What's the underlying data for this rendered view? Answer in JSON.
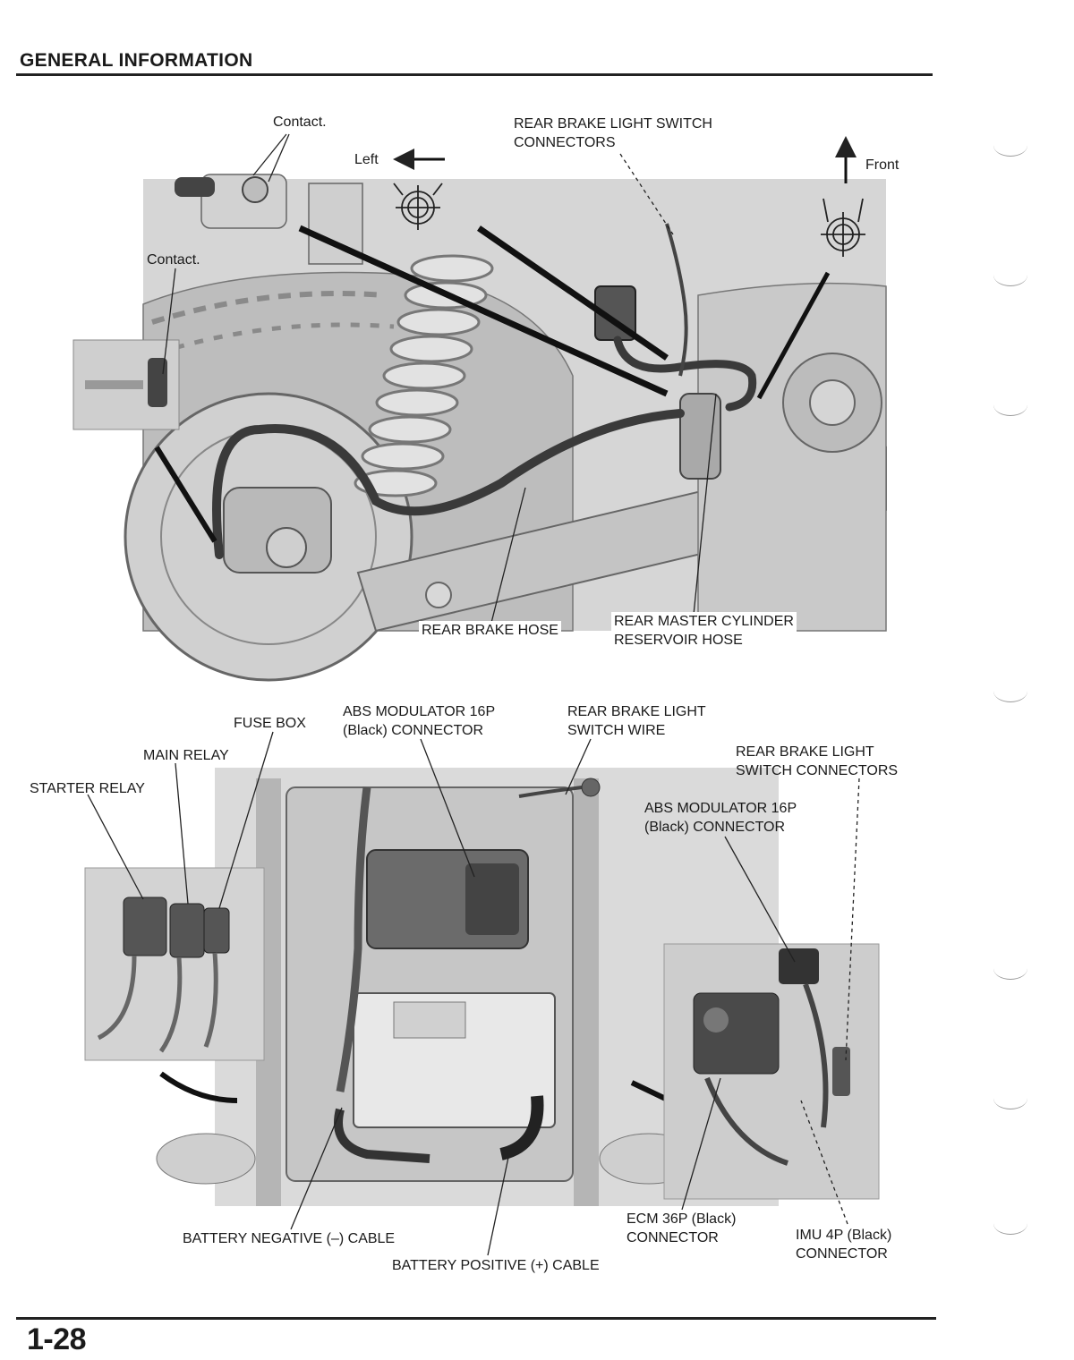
{
  "header": {
    "title": "GENERAL INFORMATION"
  },
  "footer": {
    "page_number": "1-28"
  },
  "top_figure": {
    "contact_top": "Contact.",
    "contact_left": "Contact.",
    "left_label": "Left",
    "front_label": "Front",
    "rear_brake_light_switch_connectors": [
      "REAR BRAKE LIGHT SWITCH",
      "CONNECTORS"
    ],
    "rear_brake_hose": "REAR BRAKE HOSE",
    "rear_master_cylinder_reservoir_hose": [
      "REAR MASTER CYLINDER",
      "RESERVOIR HOSE"
    ]
  },
  "bottom_figure": {
    "fuse_box": "FUSE BOX",
    "main_relay": "MAIN RELAY",
    "starter_relay": "STARTER RELAY",
    "abs_modulator_connector": [
      "ABS MODULATOR 16P",
      "(Black) CONNECTOR"
    ],
    "rear_brake_light_switch_wire": [
      "REAR BRAKE LIGHT",
      "SWITCH WIRE"
    ],
    "rear_brake_light_switch_connectors": [
      "REAR BRAKE LIGHT",
      "SWITCH CONNECTORS"
    ],
    "abs_modulator_connector_inset": [
      "ABS MODULATOR 16P",
      "(Black) CONNECTOR"
    ],
    "battery_negative_cable": "BATTERY NEGATIVE (–) CABLE",
    "battery_positive_cable": "BATTERY POSITIVE (+) CABLE",
    "ecm_connector": [
      "ECM 36P (Black)",
      "CONNECTOR"
    ],
    "imu_connector": [
      "IMU 4P (Black)",
      "CONNECTOR"
    ]
  }
}
